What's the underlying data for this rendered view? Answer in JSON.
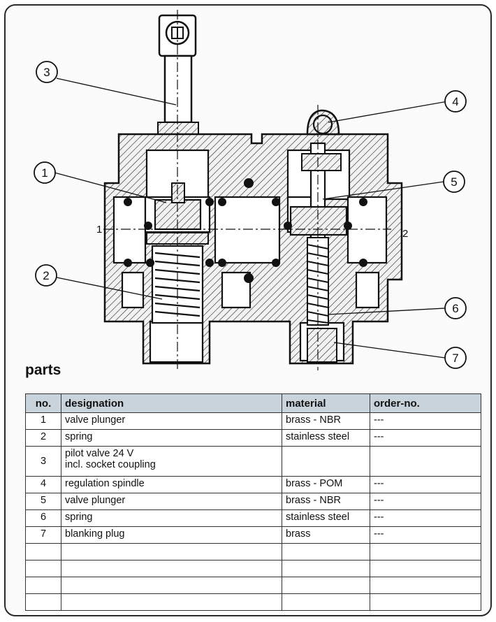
{
  "diagram": {
    "callouts": [
      "1",
      "2",
      "3",
      "4",
      "5",
      "6",
      "7"
    ],
    "axis_labels": {
      "left": "1",
      "right": "2"
    }
  },
  "parts": {
    "title": "parts",
    "headers": {
      "no": "no.",
      "designation": "designation",
      "material": "material",
      "order": "order-no."
    },
    "rows": [
      {
        "no": "1",
        "designation": "valve plunger",
        "material": "brass - NBR",
        "order": "---"
      },
      {
        "no": "2",
        "designation": "spring",
        "material": "stainless steel",
        "order": "---"
      },
      {
        "no": "3",
        "designation": "pilot valve 24 V\nincl. socket coupling",
        "material": "",
        "order": ""
      },
      {
        "no": "4",
        "designation": "regulation spindle",
        "material": "brass - POM",
        "order": "---"
      },
      {
        "no": "5",
        "designation": "valve plunger",
        "material": "brass - NBR",
        "order": "---"
      },
      {
        "no": "6",
        "designation": "spring",
        "material": "stainless steel",
        "order": "---"
      },
      {
        "no": "7",
        "designation": "blanking plug",
        "material": "brass",
        "order": "---"
      },
      {
        "no": "",
        "designation": "",
        "material": "",
        "order": ""
      },
      {
        "no": "",
        "designation": "",
        "material": "",
        "order": ""
      },
      {
        "no": "",
        "designation": "",
        "material": "",
        "order": ""
      },
      {
        "no": "",
        "designation": "",
        "material": "",
        "order": ""
      }
    ]
  }
}
